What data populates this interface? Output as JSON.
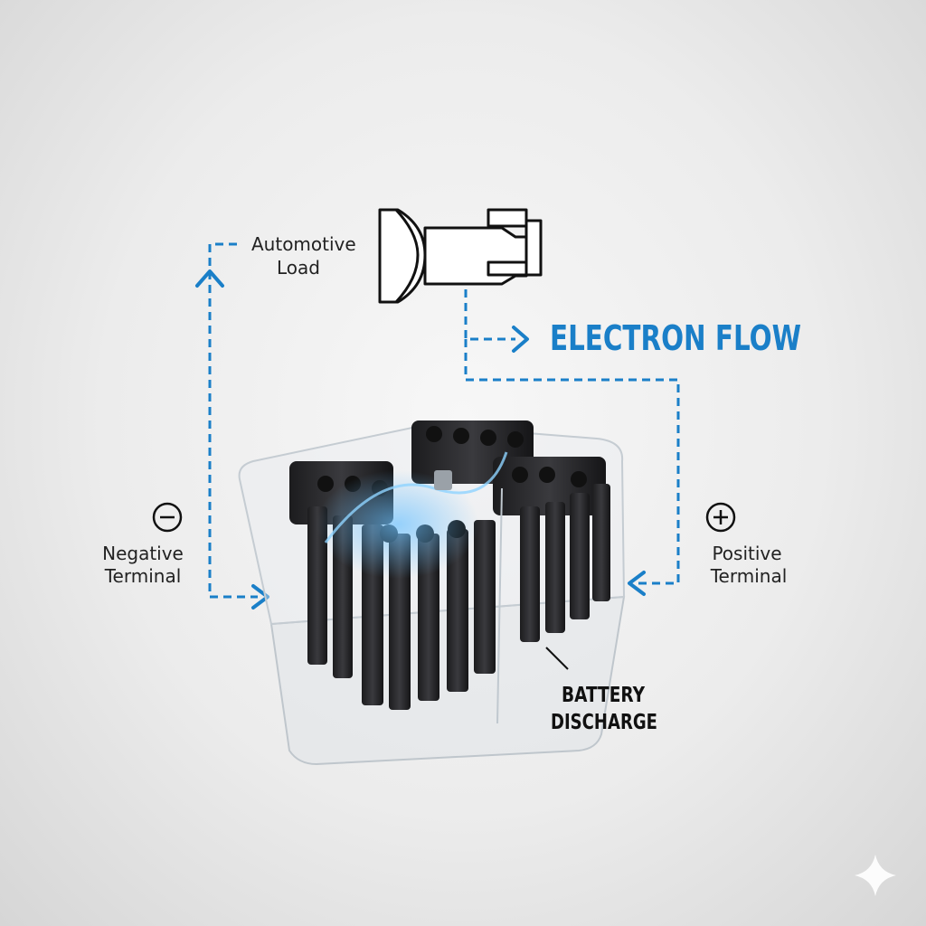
{
  "labels": {
    "load_line1": "Automotive",
    "load_line2": "Load",
    "electron_flow": "ELECTRON FLOW",
    "negative_line1": "Negative",
    "negative_line2": "Terminal",
    "positive_line1": "Positive",
    "positive_line2": "Terminal",
    "battery_line1": "BATTERY",
    "battery_line2": "DISCHARGE"
  },
  "colors": {
    "flow": "#1a7fc8",
    "ink": "#111111"
  }
}
